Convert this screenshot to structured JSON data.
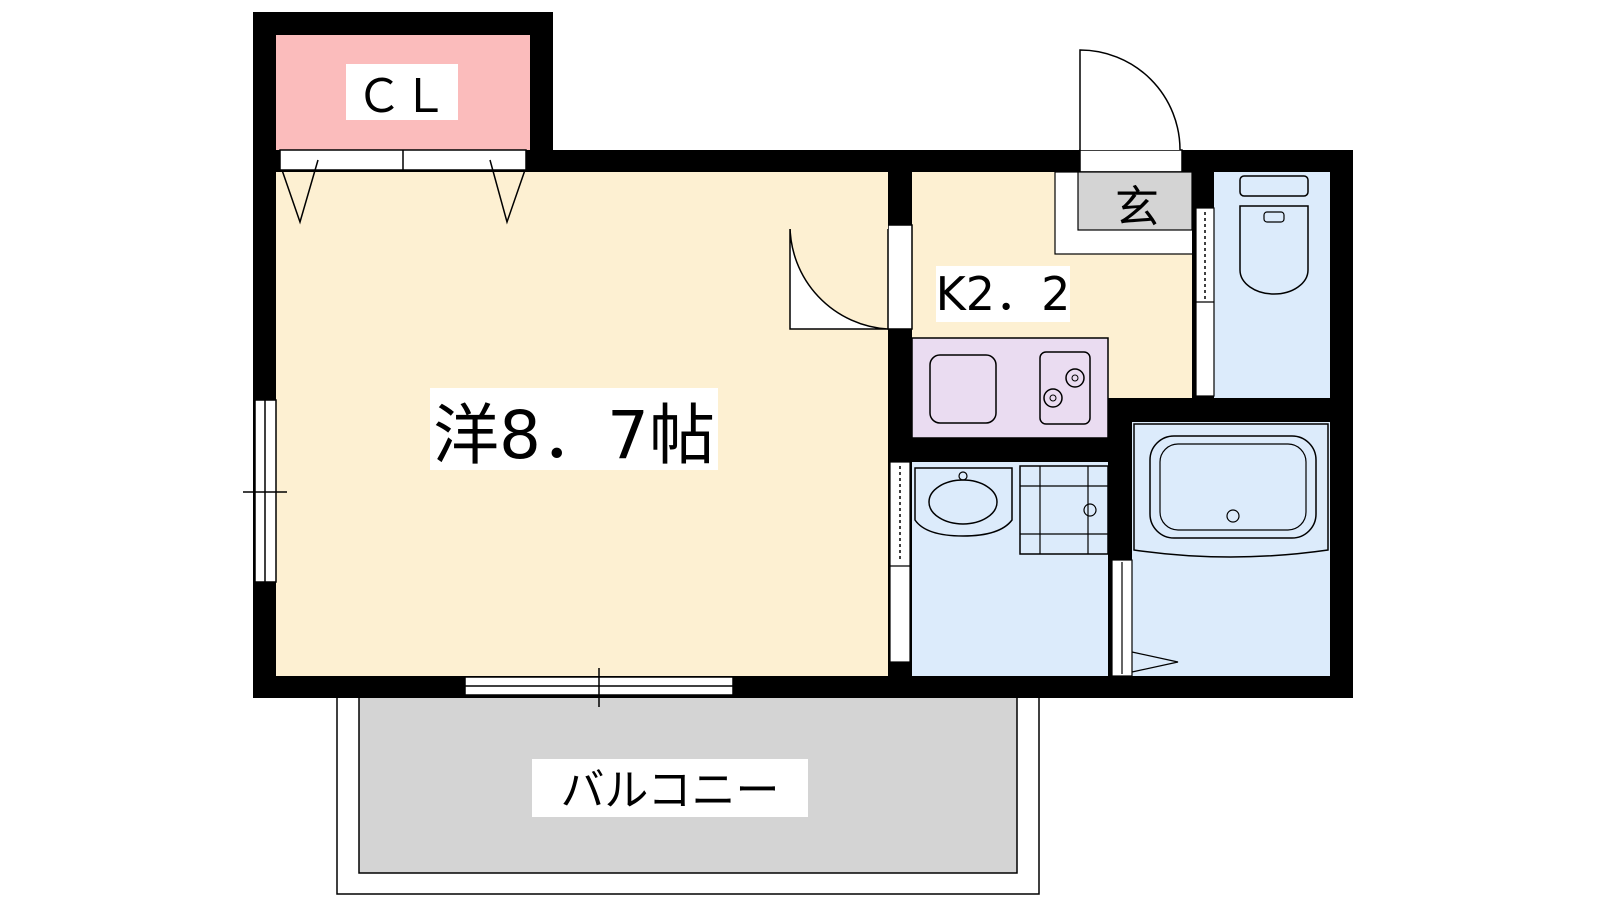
{
  "rooms": {
    "closet": {
      "label": "ＣＬ",
      "color": "#fbbcbc"
    },
    "western_room": {
      "label": "洋8．7帖",
      "color": "#fdf0d2"
    },
    "kitchen": {
      "label": "K2．2",
      "color": "#fdf0d2"
    },
    "entrance": {
      "label": "玄",
      "color": "#d4d4d4"
    },
    "balcony": {
      "label": "バルコニー",
      "color": "#d4d4d4"
    }
  },
  "colors": {
    "wall": "#000000",
    "wet_area": "#dcebfb",
    "kitchen_counter": "#eadcf1",
    "background": "#ffffff"
  },
  "fixtures": [
    "toilet-icon",
    "bathtub-icon",
    "washbasin-icon",
    "washing-machine-pan-icon",
    "sink-icon",
    "stove-icon"
  ]
}
